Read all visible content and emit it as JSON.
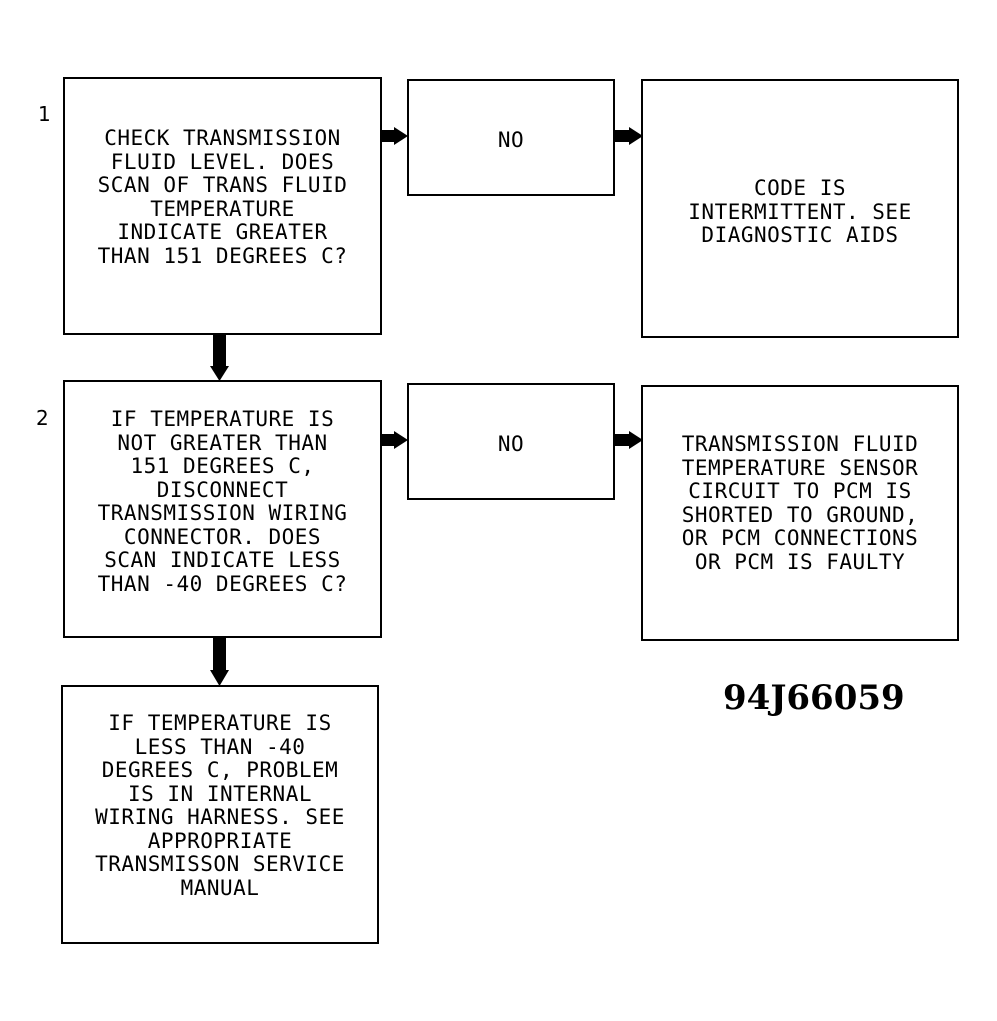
{
  "steps": [
    {
      "number": "1",
      "question": "CHECK TRANSMISSION\nFLUID LEVEL. DOES\nSCAN OF TRANS FLUID\nTEMPERATURE\nINDICATE GREATER\nTHAN 151 DEGREES C?",
      "no_label": "NO",
      "no_result": "CODE IS\nINTERMITTENT. SEE\nDIAGNOSTIC AIDS"
    },
    {
      "number": "2",
      "question": "IF TEMPERATURE IS\nNOT GREATER THAN\n151 DEGREES C,\nDISCONNECT\nTRANSMISSION WIRING\nCONNECTOR. DOES\nSCAN INDICATE LESS\nTHAN -40 DEGREES C?",
      "no_label": "NO",
      "no_result": "TRANSMISSION FLUID\nTEMPERATURE SENSOR\nCIRCUIT TO PCM IS\nSHORTED TO GROUND,\nOR PCM CONNECTIONS\nOR PCM IS FAULTY"
    }
  ],
  "final_box": "IF TEMPERATURE IS\nLESS THAN -40\nDEGREES C, PROBLEM\nIS IN INTERNAL\nWIRING HARNESS. SEE\nAPPROPRIATE\nTRANSMISSON SERVICE\nMANUAL",
  "figure_id": "94J66059"
}
